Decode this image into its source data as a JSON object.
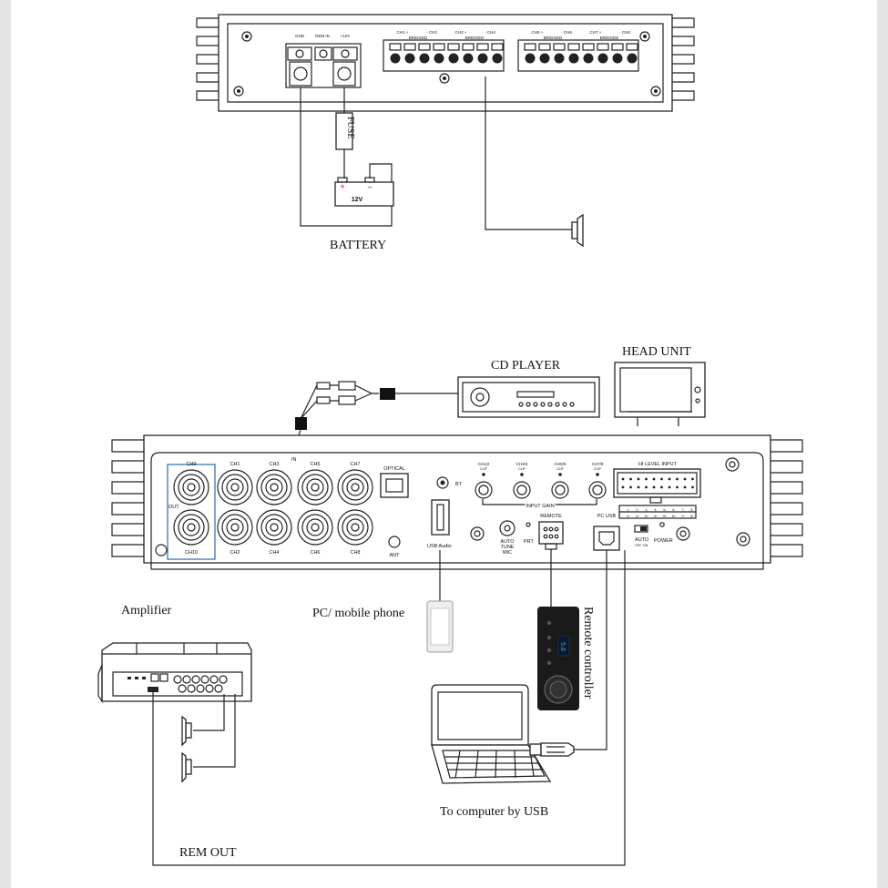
{
  "labels": {
    "battery": "BATTERY",
    "cd_player": "CD PLAYER",
    "head_unit": "HEAD UNIT",
    "amplifier": "Amplifier",
    "pc_phone": "PC/ mobile phone",
    "remote_controller": "Remote controller",
    "to_computer": "To computer by USB",
    "rem_out": "REM OUT",
    "fuse": "FUSE",
    "battery_voltage": "12V",
    "battery_plus": "+",
    "battery_minus": "–",
    "remote_display": "5.8"
  },
  "top_amp": {
    "power_terminals": [
      "GND",
      "REM IN",
      "+12V"
    ],
    "speaker_group_1": [
      "CH1 +",
      "- CH2",
      "CH3 +",
      "- CH4"
    ],
    "speaker_group_2": [
      "CH5 +",
      "- CH6",
      "CH7 +",
      "- CH8"
    ],
    "bridged": "BRIDGED"
  },
  "dsp": {
    "rca_top": [
      "CH9",
      "CH1",
      "CH3",
      "CH5",
      "CH7"
    ],
    "rca_bottom": [
      "CH10",
      "CH2",
      "CH4",
      "CH6",
      "CH8"
    ],
    "in_label": "IN",
    "out_label": "OUT",
    "optical": "OPTICAL",
    "ant": "ANT",
    "bt": "BT",
    "usb_audio": "USB Audio",
    "gain_labels": [
      "CH1/2",
      "CH3/4",
      "CH5/6",
      "CH7/8"
    ],
    "clip": "CLIP",
    "input_gain": "INPUT GAIN",
    "hi_level_input": "HI LEVEL INPUT",
    "remote": "REMOTE",
    "pc_usb": "PC USB",
    "prt": "PRT",
    "auto_tune_mic": [
      "AUTO",
      "TUNE",
      "MIC"
    ],
    "auto": "AUTO",
    "off_on": "OFF ON",
    "power": "POWER",
    "pin_labels_top": [
      "1-",
      "2-",
      "3-",
      "4-",
      "5-",
      "6-",
      "7-",
      "8-"
    ],
    "pin_labels_bottom": [
      "1+",
      "2+",
      "3+",
      "4+",
      "5+",
      "6+",
      "7+",
      "8+"
    ]
  }
}
